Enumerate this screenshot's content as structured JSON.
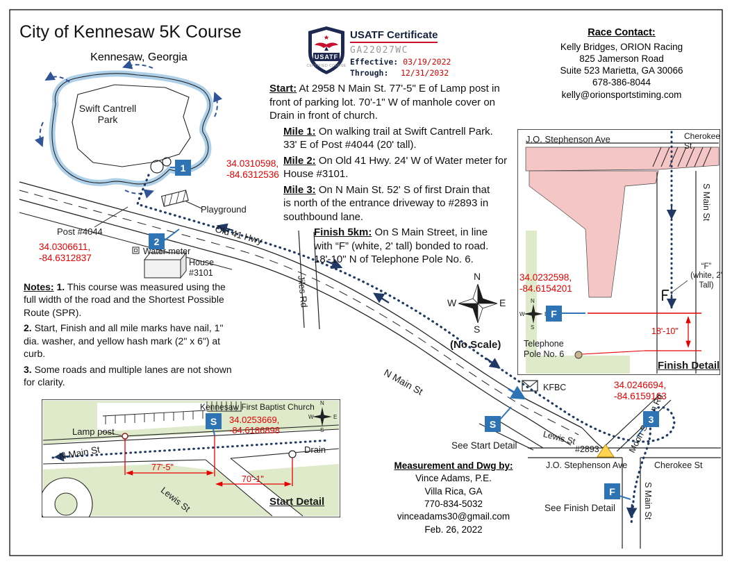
{
  "page": {
    "title": "City of Kennesaw 5K Course",
    "subtitle": "Kennesaw, Georgia"
  },
  "certificate": {
    "badge_text": "USATF",
    "badge_subtext": "CERTIFIED COURSE",
    "heading": "USATF Certificate",
    "number": "GA22027WC",
    "effective_label": "Effective:",
    "effective_date": "03/19/2022",
    "through_label": "Through:",
    "through_date": "12/31/2032"
  },
  "race_contact": {
    "heading": "Race Contact:",
    "lines": [
      "Kelly Bridges, ORION Racing",
      "825 Jamerson Road",
      "Suite 523 Marietta, GA 30066",
      "678-386-8044",
      "kelly@orionsportstiming.com"
    ]
  },
  "description": {
    "start_label": "Start:",
    "start_text": "At 2958 N Main St.  77'-5\" E of Lamp post in front of parking lot.  70'-1\" W of manhole cover on Drain in front of church.",
    "mile1_label": "Mile 1:",
    "mile1_text": "On walking trail at Swift Cantrell Park. 33' E of Post #4044 (20' tall).",
    "mile2_label": "Mile 2:",
    "mile2_text": "On Old 41 Hwy. 24' W of Water meter for House #3101.",
    "mile3_label": "Mile 3:",
    "mile3_text": "On N Main St.  52' S of first Drain that is north of the entrance driveway to #2893 in southbound lane.",
    "finish_label": "Finish 5km:",
    "finish_text": "On S Main Street, in line with “F” (white, 2' tall) bonded to road. 18'-10\" N of Telephone Pole No. 6."
  },
  "notes": {
    "heading": "Notes:",
    "items": [
      {
        "num": "1.",
        "text": "This course was measured using the full width of the road and the Shortest Possible Route (SPR)."
      },
      {
        "num": "2.",
        "text": "Start, Finish and all mile marks have nail, 1\" dia. washer, and yellow hash mark (2\" x 6\") at curb."
      },
      {
        "num": "3.",
        "text": "Some roads and multiple lanes are not shown for clarity."
      }
    ]
  },
  "compass": {
    "n": "N",
    "s": "S",
    "e": "E",
    "w": "W",
    "no_scale": "(No Scale)"
  },
  "park_map": {
    "park_name": "Swift Cantrell Park",
    "mile1_marker": "1",
    "mile1_coords": "34.0310598, -84.6312536",
    "playground": "Playground",
    "post": "Post #4044",
    "old41_hwy": "Old 41 Hwy",
    "mile2_marker": "2",
    "mile2_coords": "34.0306611, -84.6312837",
    "water_meter": "Water meter",
    "house": "House #3101",
    "jiles_rd": "Jiles Rd"
  },
  "main_map": {
    "n_main_st": "N Main St",
    "kfbc": "KFBC",
    "start_marker": "S",
    "see_start": "See Start Detail",
    "lewis_st": "Lewis St",
    "mile3_marker": "3",
    "mile3_coords": "34.0246694, -84.6159163",
    "house_2893": "#2893",
    "jo_stephenson_ave": "J.O. Stephenson Ave",
    "cherokee_st": "Cherokee St",
    "moon_station_rd": "Moon Station Rd",
    "finish_marker": "F",
    "see_finish": "See Finish Detail",
    "s_main_st": "S Main St"
  },
  "finish_detail": {
    "title": "Finish Detail",
    "jo_stephenson_ave": "J.O. Stephenson Ave",
    "cherokee_st": "Cherokee St",
    "s_main_st": "S Main St",
    "coords": "34.0232598, -84.6154201",
    "finish_marker": "F",
    "f_mark_label": "“F” (white, 2' Tall)",
    "dimension": "18'-10\"",
    "telephone_pole": "Telephone Pole No. 6"
  },
  "start_detail": {
    "title": "Start Detail",
    "church": "Kennesaw First Baptist Church",
    "lamp_post": "Lamp post",
    "start_marker": "S",
    "coords": "34.0253669, -84.6186898",
    "drain": "Drain",
    "n_main_st": "N Main St",
    "dim_lamp": "77'-5\"",
    "dim_drain": "70'-1\"",
    "lewis_st": "Lewis St"
  },
  "dwg": {
    "heading": "Measurement and Dwg by:",
    "lines": [
      "Vince Adams, P.E.",
      "Villa Rica, GA",
      "770-834-5032",
      "vinceadams30@gmail.com",
      "Feb. 26, 2022"
    ]
  },
  "colors": {
    "marker_blue": "#2e74b5",
    "course_navy": "#1f3864",
    "coord_red": "#e60000",
    "road_pink": "#f5c6c6",
    "map_green": "#dfeacb",
    "trail_blue": "#aecfe8",
    "cert_navy": "#14213d",
    "cert_red": "#c8102e"
  }
}
